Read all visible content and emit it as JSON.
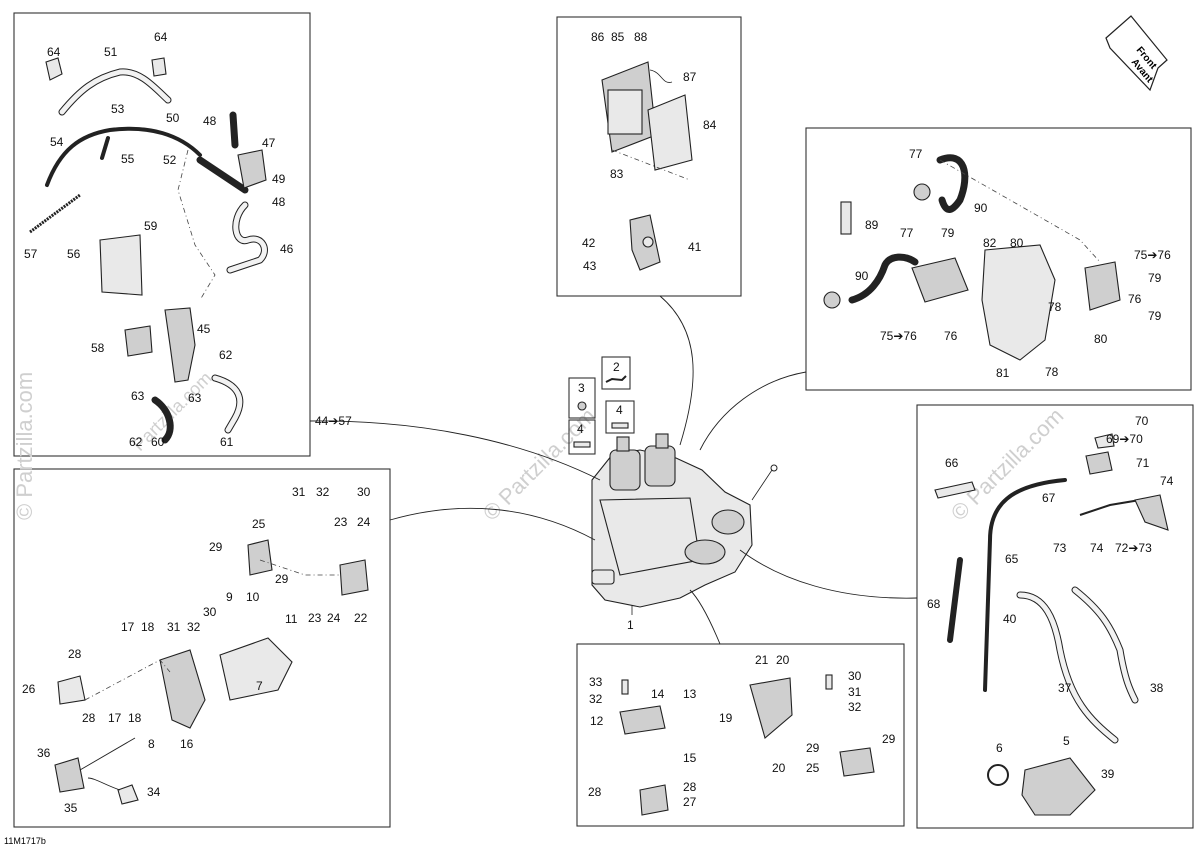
{
  "watermarks": {
    "left": "© Partzilla.com",
    "small_left": "Partzilla.com",
    "center": "© Partzilla.com",
    "right": "© Partzilla.com"
  },
  "direction_badge": {
    "line1": "Front",
    "line2": "Avant"
  },
  "drawing_code": "11M1717b",
  "center_labels": {
    "engine": "1",
    "clip": "2",
    "plug": "3",
    "pin_a": "4",
    "pin_b": "4"
  },
  "cooling_panel": {
    "arrow_label": "44➔57",
    "labels": [
      "64",
      "51",
      "64",
      "53",
      "50",
      "48",
      "47",
      "54",
      "55",
      "52",
      "49",
      "48",
      "59",
      "57",
      "56",
      "46",
      "45",
      "58",
      "62",
      "63",
      "63",
      "61",
      "62",
      "60"
    ]
  },
  "ecu_panel": {
    "labels": [
      "86",
      "85",
      "88",
      "87",
      "84",
      "83",
      "42",
      "41",
      "43"
    ]
  },
  "ignition_panel": {
    "labels": [
      "77",
      "90",
      "89",
      "77",
      "79",
      "82",
      "80",
      "75➔76",
      "79",
      "76",
      "90",
      "79",
      "78",
      "75➔76",
      "76",
      "80",
      "81",
      "78"
    ]
  },
  "starter_panel": {
    "labels": [
      "31",
      "32",
      "30",
      "23",
      "24",
      "25",
      "29",
      "29",
      "23",
      "24",
      "22",
      "9",
      "10",
      "17",
      "18",
      "31",
      "32",
      "30",
      "11",
      "28",
      "7",
      "26",
      "28",
      "17",
      "18",
      "8",
      "16",
      "36",
      "35",
      "34"
    ]
  },
  "mount_panel": {
    "labels": [
      "21",
      "20",
      "30",
      "33",
      "31",
      "32",
      "14",
      "13",
      "32",
      "12",
      "19",
      "15",
      "29",
      "29",
      "20",
      "25",
      "28",
      "28",
      "27"
    ]
  },
  "exhaust_panel": {
    "labels": [
      "70",
      "69➔70",
      "71",
      "66",
      "74",
      "67",
      "65",
      "73",
      "74",
      "72➔73",
      "68",
      "40",
      "37",
      "38",
      "6",
      "5",
      "39"
    ]
  }
}
